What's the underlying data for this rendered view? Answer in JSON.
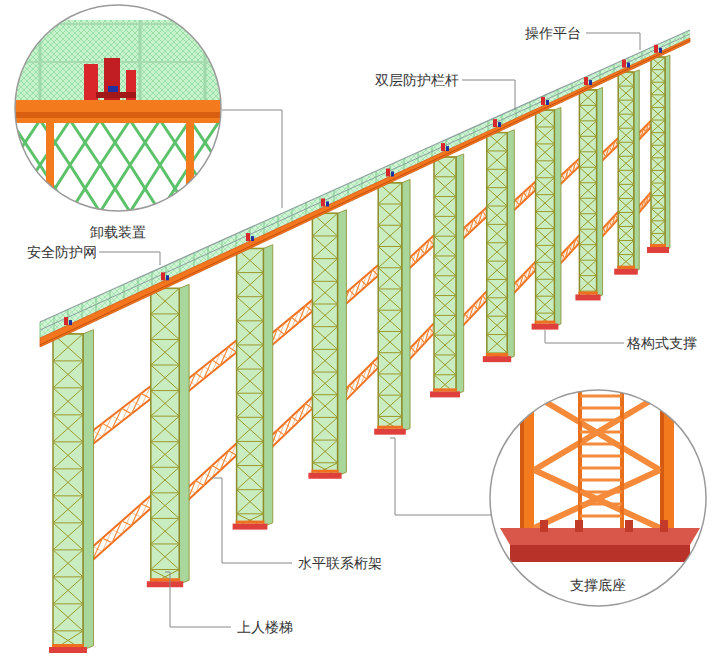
{
  "diagram": {
    "labels": [
      "操作平台",
      "双层防护栏杆",
      "卸载装置",
      "安全防护网",
      "格构式支撑",
      "水平联系桁架",
      "上人楼梯",
      "支撑底座"
    ]
  }
}
